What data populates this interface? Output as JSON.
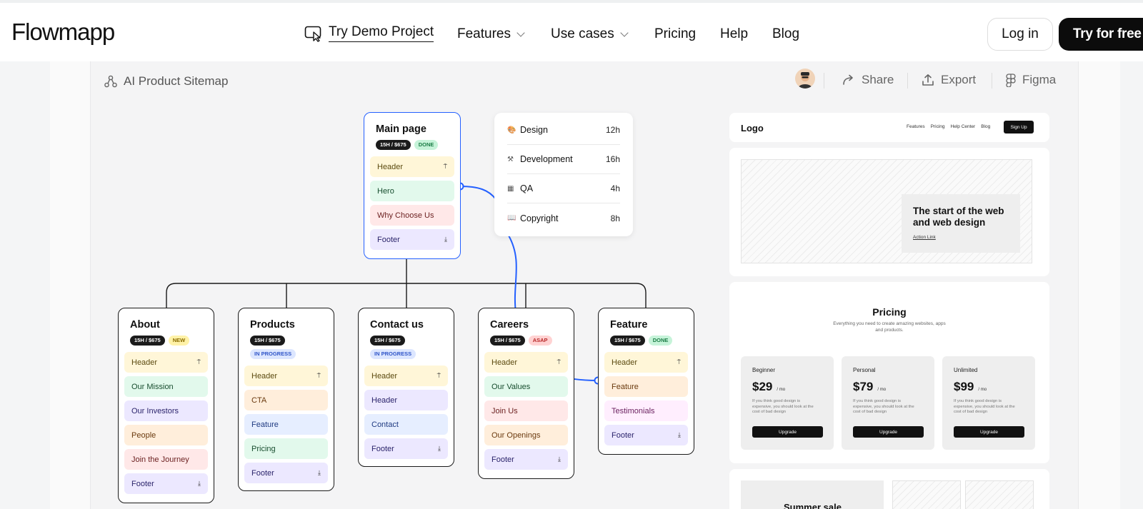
{
  "nav": {
    "logo": "Flowmapp",
    "demo": "Try Demo Project",
    "features": "Features",
    "use_cases": "Use cases",
    "pricing": "Pricing",
    "help": "Help",
    "blog": "Blog",
    "login": "Log in",
    "try_free": "Try for free"
  },
  "toolbar": {
    "site_name": "AI Product Sitemap",
    "share": "Share",
    "export": "Export",
    "figma": "Figma"
  },
  "main_card": {
    "title": "Main page",
    "tags": [
      "15H / $675",
      "DONE"
    ],
    "blocks": [
      "Header",
      "Hero",
      "Why Choose Us",
      "Footer"
    ]
  },
  "child_cards": [
    {
      "title": "About",
      "tags": [
        "15H / $675",
        "NEW"
      ],
      "blocks": [
        "Header",
        "Our Mission",
        "Our Investors",
        "People",
        "Join the Journey",
        "Footer"
      ]
    },
    {
      "title": "Products",
      "tags": [
        "15H / $675",
        "IN PROGRESS"
      ],
      "blocks": [
        "Header",
        "CTA",
        "Feature",
        "Pricing",
        "Footer"
      ]
    },
    {
      "title": "Contact us",
      "tags": [
        "15H / $675",
        "IN PROGRESS"
      ],
      "blocks": [
        "Header",
        "Header",
        "Contact",
        "Footer"
      ]
    },
    {
      "title": "Careers",
      "tags": [
        "15H / $675",
        "ASAP"
      ],
      "blocks": [
        "Header",
        "Our Values",
        "Join Us",
        "Our Openings",
        "Footer"
      ]
    },
    {
      "title": "Feature",
      "tags": [
        "15H / $675",
        "DONE"
      ],
      "blocks": [
        "Header",
        "Feature",
        "Testimonials",
        "Footer"
      ]
    }
  ],
  "tasks": [
    {
      "icon": "palette-icon",
      "glyph": "🎨",
      "name": "Design",
      "hours": "12h"
    },
    {
      "icon": "tools-icon",
      "glyph": "⚒",
      "name": "Development",
      "hours": "16h"
    },
    {
      "icon": "grid-icon",
      "glyph": "▦",
      "name": "QA",
      "hours": "4h"
    },
    {
      "icon": "book-icon",
      "glyph": "📖",
      "name": "Copyright",
      "hours": "8h"
    }
  ],
  "preview": {
    "logo": "Logo",
    "nav_links": [
      "Features",
      "Pricing",
      "Help Center",
      "Blog"
    ],
    "sign_up": "Sign Up",
    "hero_title": "The start of the web and web design",
    "hero_link": "Action Link",
    "pricing_title": "Pricing",
    "pricing_sub": "Everything you need to create amazing websites, apps and products.",
    "plans": [
      {
        "name": "Beginner",
        "price": "$29",
        "per": "/ mo",
        "desc": "If you think good design is expensive, you should look at the cost of bad design",
        "button": "Upgrade"
      },
      {
        "name": "Personal",
        "price": "$79",
        "per": "/ mo",
        "desc": "If you think good design is expensive, you should look at the cost of bad design",
        "button": "Upgrade"
      },
      {
        "name": "Unlimited",
        "price": "$99",
        "per": "/ mo",
        "desc": "If you think good design is expensive, you should look at the cost of bad design",
        "button": "Upgrade"
      }
    ],
    "sale": "Summer sale"
  },
  "colors": {
    "accent": "#2460ff",
    "black": "#0c0c0c"
  }
}
